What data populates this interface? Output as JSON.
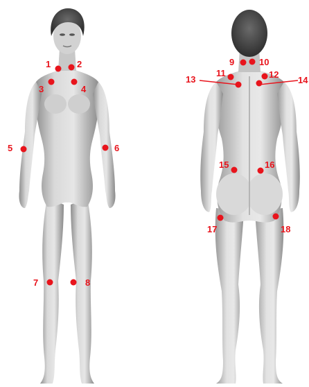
{
  "colors": {
    "marker": "#e8141c",
    "label": "#e8141c",
    "skin_light": "#dcdcdc",
    "skin_dark": "#7a7a7a",
    "hair": "#4a4a4a"
  },
  "figures": [
    "front-view",
    "back-view"
  ],
  "points": [
    {
      "id": "p1",
      "label": "1",
      "view": "front"
    },
    {
      "id": "p2",
      "label": "2",
      "view": "front"
    },
    {
      "id": "p3",
      "label": "3",
      "view": "front"
    },
    {
      "id": "p4",
      "label": "4",
      "view": "front"
    },
    {
      "id": "p5",
      "label": "5",
      "view": "front"
    },
    {
      "id": "p6",
      "label": "6",
      "view": "front"
    },
    {
      "id": "p7",
      "label": "7",
      "view": "front"
    },
    {
      "id": "p8",
      "label": "8",
      "view": "front"
    },
    {
      "id": "p9",
      "label": "9",
      "view": "back"
    },
    {
      "id": "p10",
      "label": "10",
      "view": "back"
    },
    {
      "id": "p11",
      "label": "11",
      "view": "back"
    },
    {
      "id": "p12",
      "label": "12",
      "view": "back"
    },
    {
      "id": "p13",
      "label": "13",
      "view": "back"
    },
    {
      "id": "p14",
      "label": "14",
      "view": "back"
    },
    {
      "id": "p15",
      "label": "15",
      "view": "back"
    },
    {
      "id": "p16",
      "label": "16",
      "view": "back"
    },
    {
      "id": "p17",
      "label": "17",
      "view": "back"
    },
    {
      "id": "p18",
      "label": "18",
      "view": "back"
    }
  ]
}
